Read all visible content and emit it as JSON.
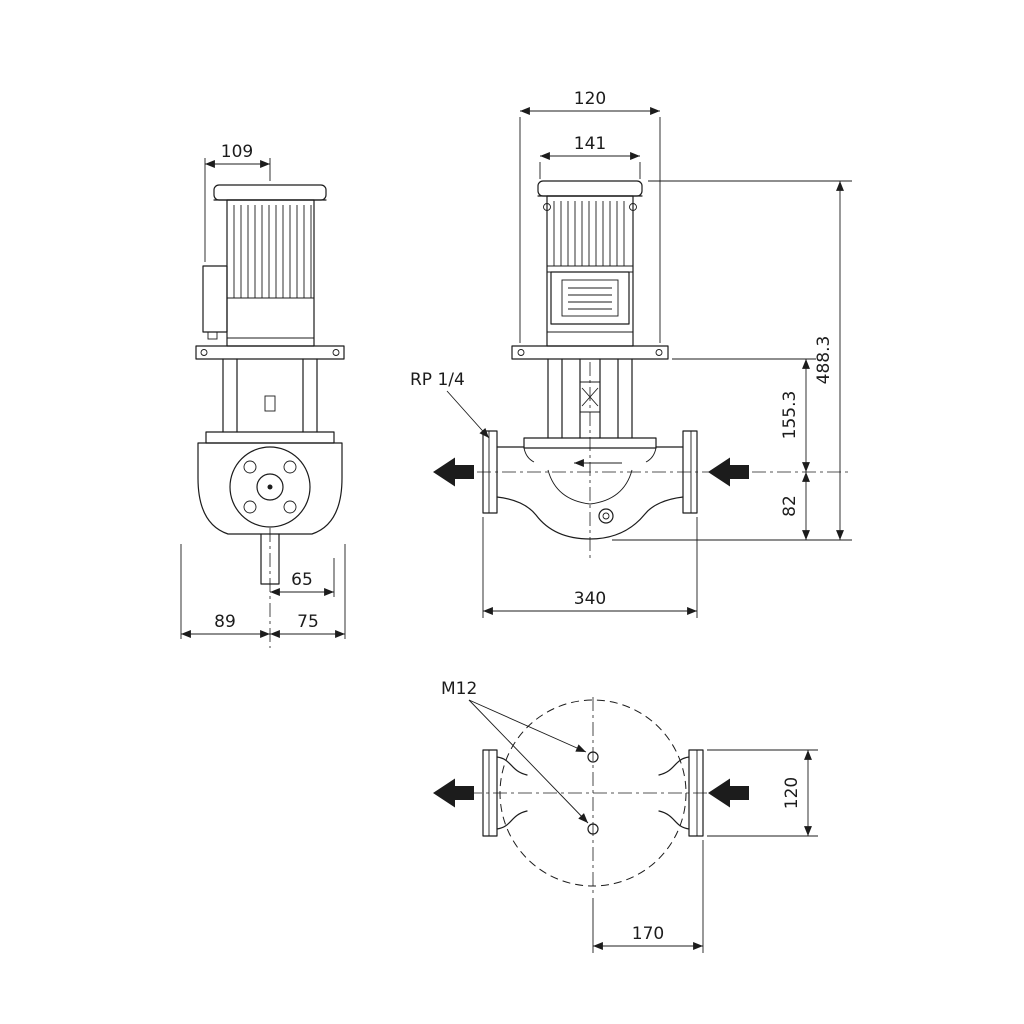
{
  "colors": {
    "line": "#1c1c1c",
    "background": "#ffffff"
  },
  "views": {
    "side": {
      "dims": {
        "motor_depth": "109",
        "port_offset": "65",
        "base_left": "89",
        "base_right": "75"
      }
    },
    "front": {
      "dims": {
        "top_width": "120",
        "motor_width": "141",
        "total_height": "488.3",
        "mid_height": "155.3",
        "port_height": "82",
        "port_to_port": "340"
      },
      "labels": {
        "gauge_port": "RP 1/4"
      }
    },
    "top": {
      "dims": {
        "flange_depth": "120",
        "center_to_flange": "170"
      },
      "labels": {
        "bolt_holes": "M12"
      }
    }
  }
}
